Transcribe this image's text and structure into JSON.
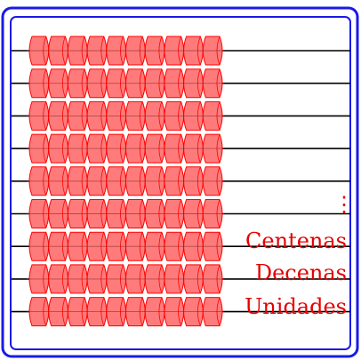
{
  "colors": {
    "frame": "#1a1ae6",
    "rods": "#000000",
    "bead_fill": "#ff7b7b",
    "bead_stroke": "#ff0000",
    "label": "#e60000"
  },
  "abacus": {
    "rod_count": 9,
    "beads_per_rod": 10
  },
  "labels": {
    "ellipsis": "⋮",
    "place_values": [
      {
        "text": "Centenas"
      },
      {
        "text": "Decenas"
      },
      {
        "text": "Unidades"
      }
    ]
  }
}
